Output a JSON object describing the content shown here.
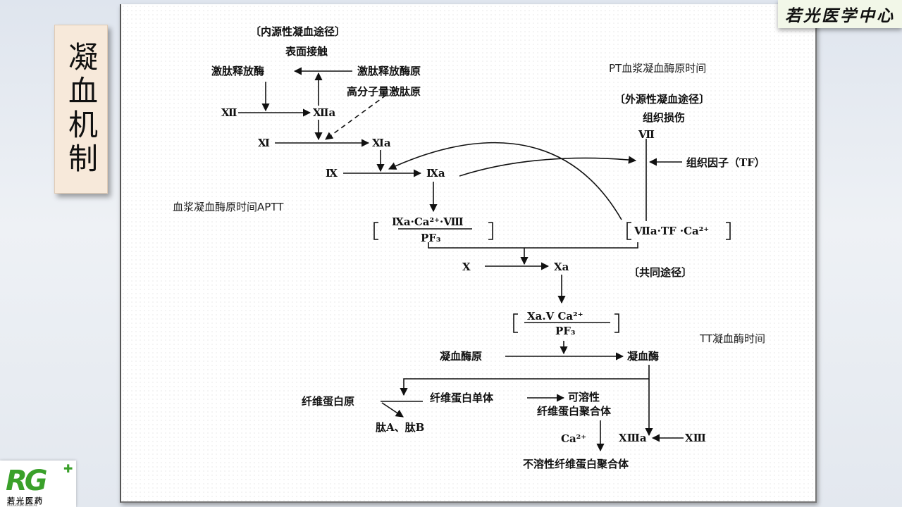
{
  "slide": {
    "title": "凝血机制",
    "brand": "若光医学中心",
    "logo": {
      "mark": "RG",
      "name": "若光医药",
      "subtitle": "RUOGUANG MEDICAL"
    }
  },
  "annotations": {
    "pt": "PT血浆凝血酶原时间",
    "aptt": "血浆凝血酶原时间APTT",
    "tt": "TT凝血酶时间"
  },
  "diagram": {
    "intrinsic_header": "〔内源性凝血途径〕",
    "surface_contact": "表面接触",
    "kallikrein": "激肽释放酶",
    "prekallikrein": "激肽释放酶原",
    "hmwk": "高分子量激肽原",
    "f12": "Ⅻ",
    "f12a": "Ⅻa",
    "f11": "Ⅺ",
    "f11a": "Ⅺa",
    "f9": "Ⅸ",
    "f9a": "Ⅸa",
    "tenase": "Ⅸa·Ca²⁺·Ⅷ",
    "pf3_a": "PF₃",
    "extrinsic_header": "〔外源性凝血途径〕",
    "tissue_damage": "组织损伤",
    "f7": "Ⅶ",
    "tissue_factor": "组织因子（TF）",
    "f7_complex": "Ⅶa·TF ·Ca²⁺",
    "f10": "X",
    "f10a": "Xa",
    "common_header": "〔共同途径〕",
    "prothrombinase": "Xa.V    Ca²⁺",
    "pf3_b": "PF₃",
    "prothrombin": "凝血酶原",
    "thrombin": "凝血酶",
    "fibrinogen": "纤维蛋白原",
    "fibrin_monomer": "纤维蛋白单体",
    "soluble_1": "可溶性",
    "soluble_2": "纤维蛋白聚合体",
    "peptides": "肽A、肽B",
    "calcium": "Ca²⁺",
    "f13a": "ⅩⅢa",
    "f13": "ⅩⅢ",
    "insoluble": "不溶性纤维蛋白聚合体"
  }
}
